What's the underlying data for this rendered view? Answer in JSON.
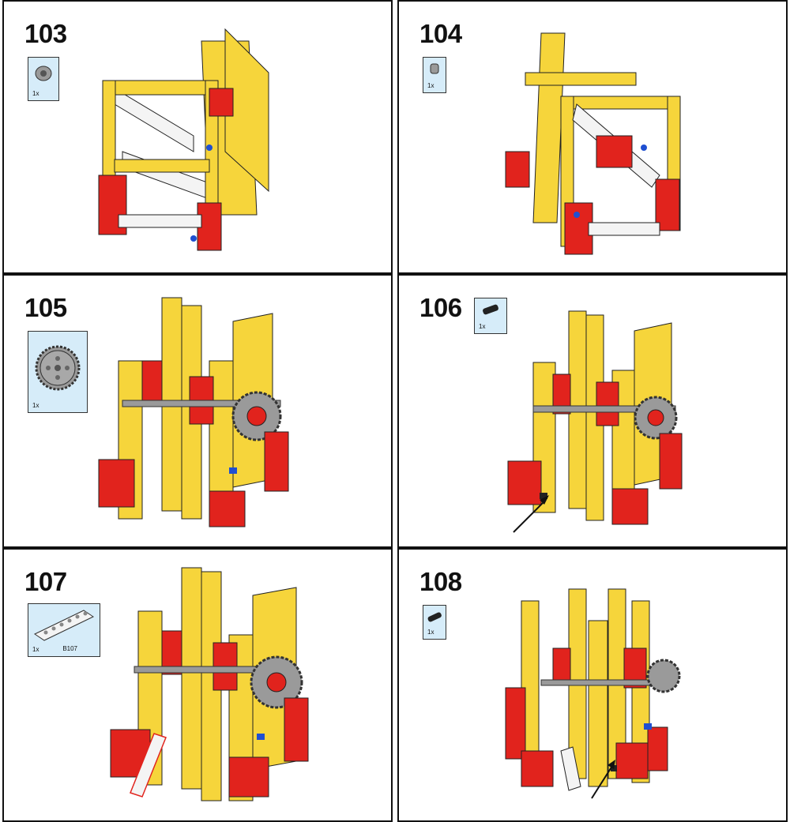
{
  "steps": [
    {
      "number": "103",
      "part_qty": "1x",
      "part_id": "",
      "part_icon": "bush-icon"
    },
    {
      "number": "104",
      "part_qty": "1x",
      "part_id": "",
      "part_icon": "half-bush-icon"
    },
    {
      "number": "105",
      "part_qty": "1x",
      "part_id": "",
      "part_icon": "gear-icon"
    },
    {
      "number": "106",
      "part_qty": "1x",
      "part_id": "",
      "part_icon": "connector-pin-icon"
    },
    {
      "number": "107",
      "part_qty": "1x",
      "part_id": "B107",
      "part_icon": "beam-icon"
    },
    {
      "number": "108",
      "part_qty": "1x",
      "part_id": "",
      "part_icon": "connector-pin-icon"
    }
  ],
  "colors": {
    "yellow": "#f6d53b",
    "red": "#e1231d",
    "white": "#f4f4f4",
    "gray": "#9a9a9a",
    "blue": "#1f4fd1",
    "panel_bg": "#d6ecf9"
  }
}
